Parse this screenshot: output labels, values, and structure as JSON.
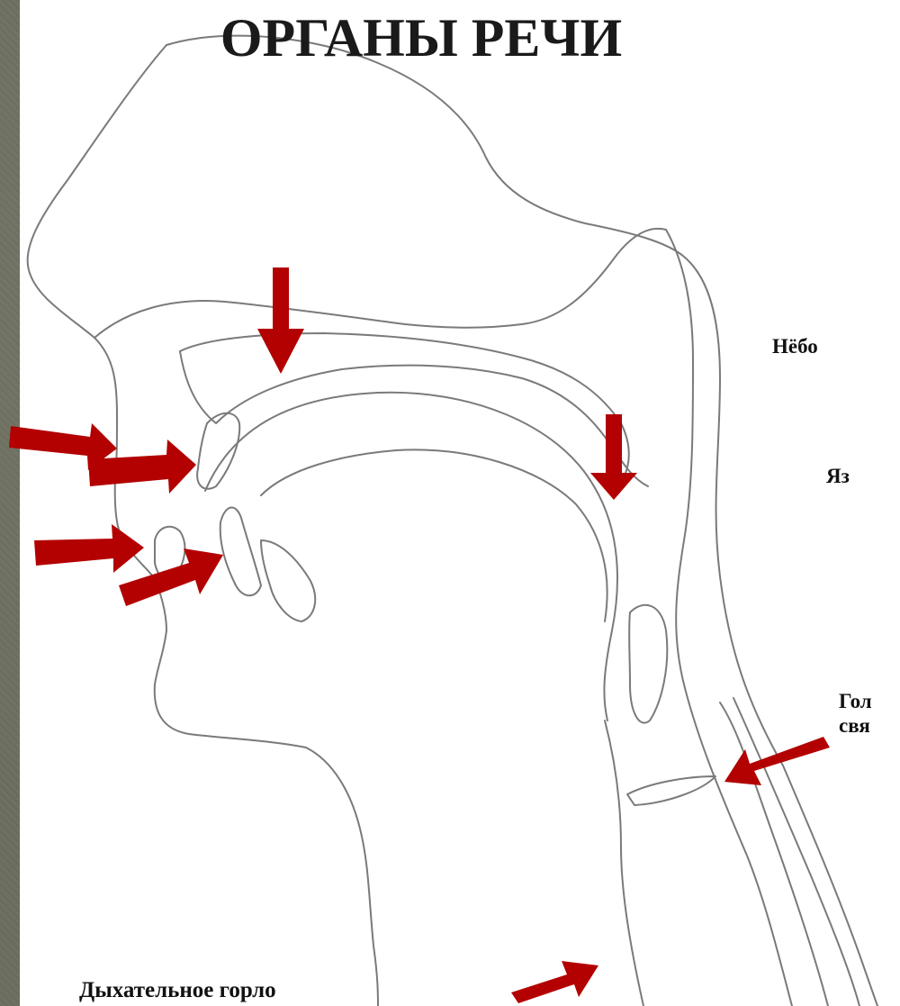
{
  "slide": {
    "title": "ОРГАНЫ РЕЧИ",
    "labels": {
      "palate": "Нёбо",
      "tongue": "Яз",
      "vocal_cords_line1": "Гол",
      "vocal_cords_line2": "свя",
      "larynx": "Дыхательное горло"
    }
  },
  "colors": {
    "arrow": "#b30000",
    "outline": "#7a7a7a",
    "background": "#6d6f5f"
  }
}
